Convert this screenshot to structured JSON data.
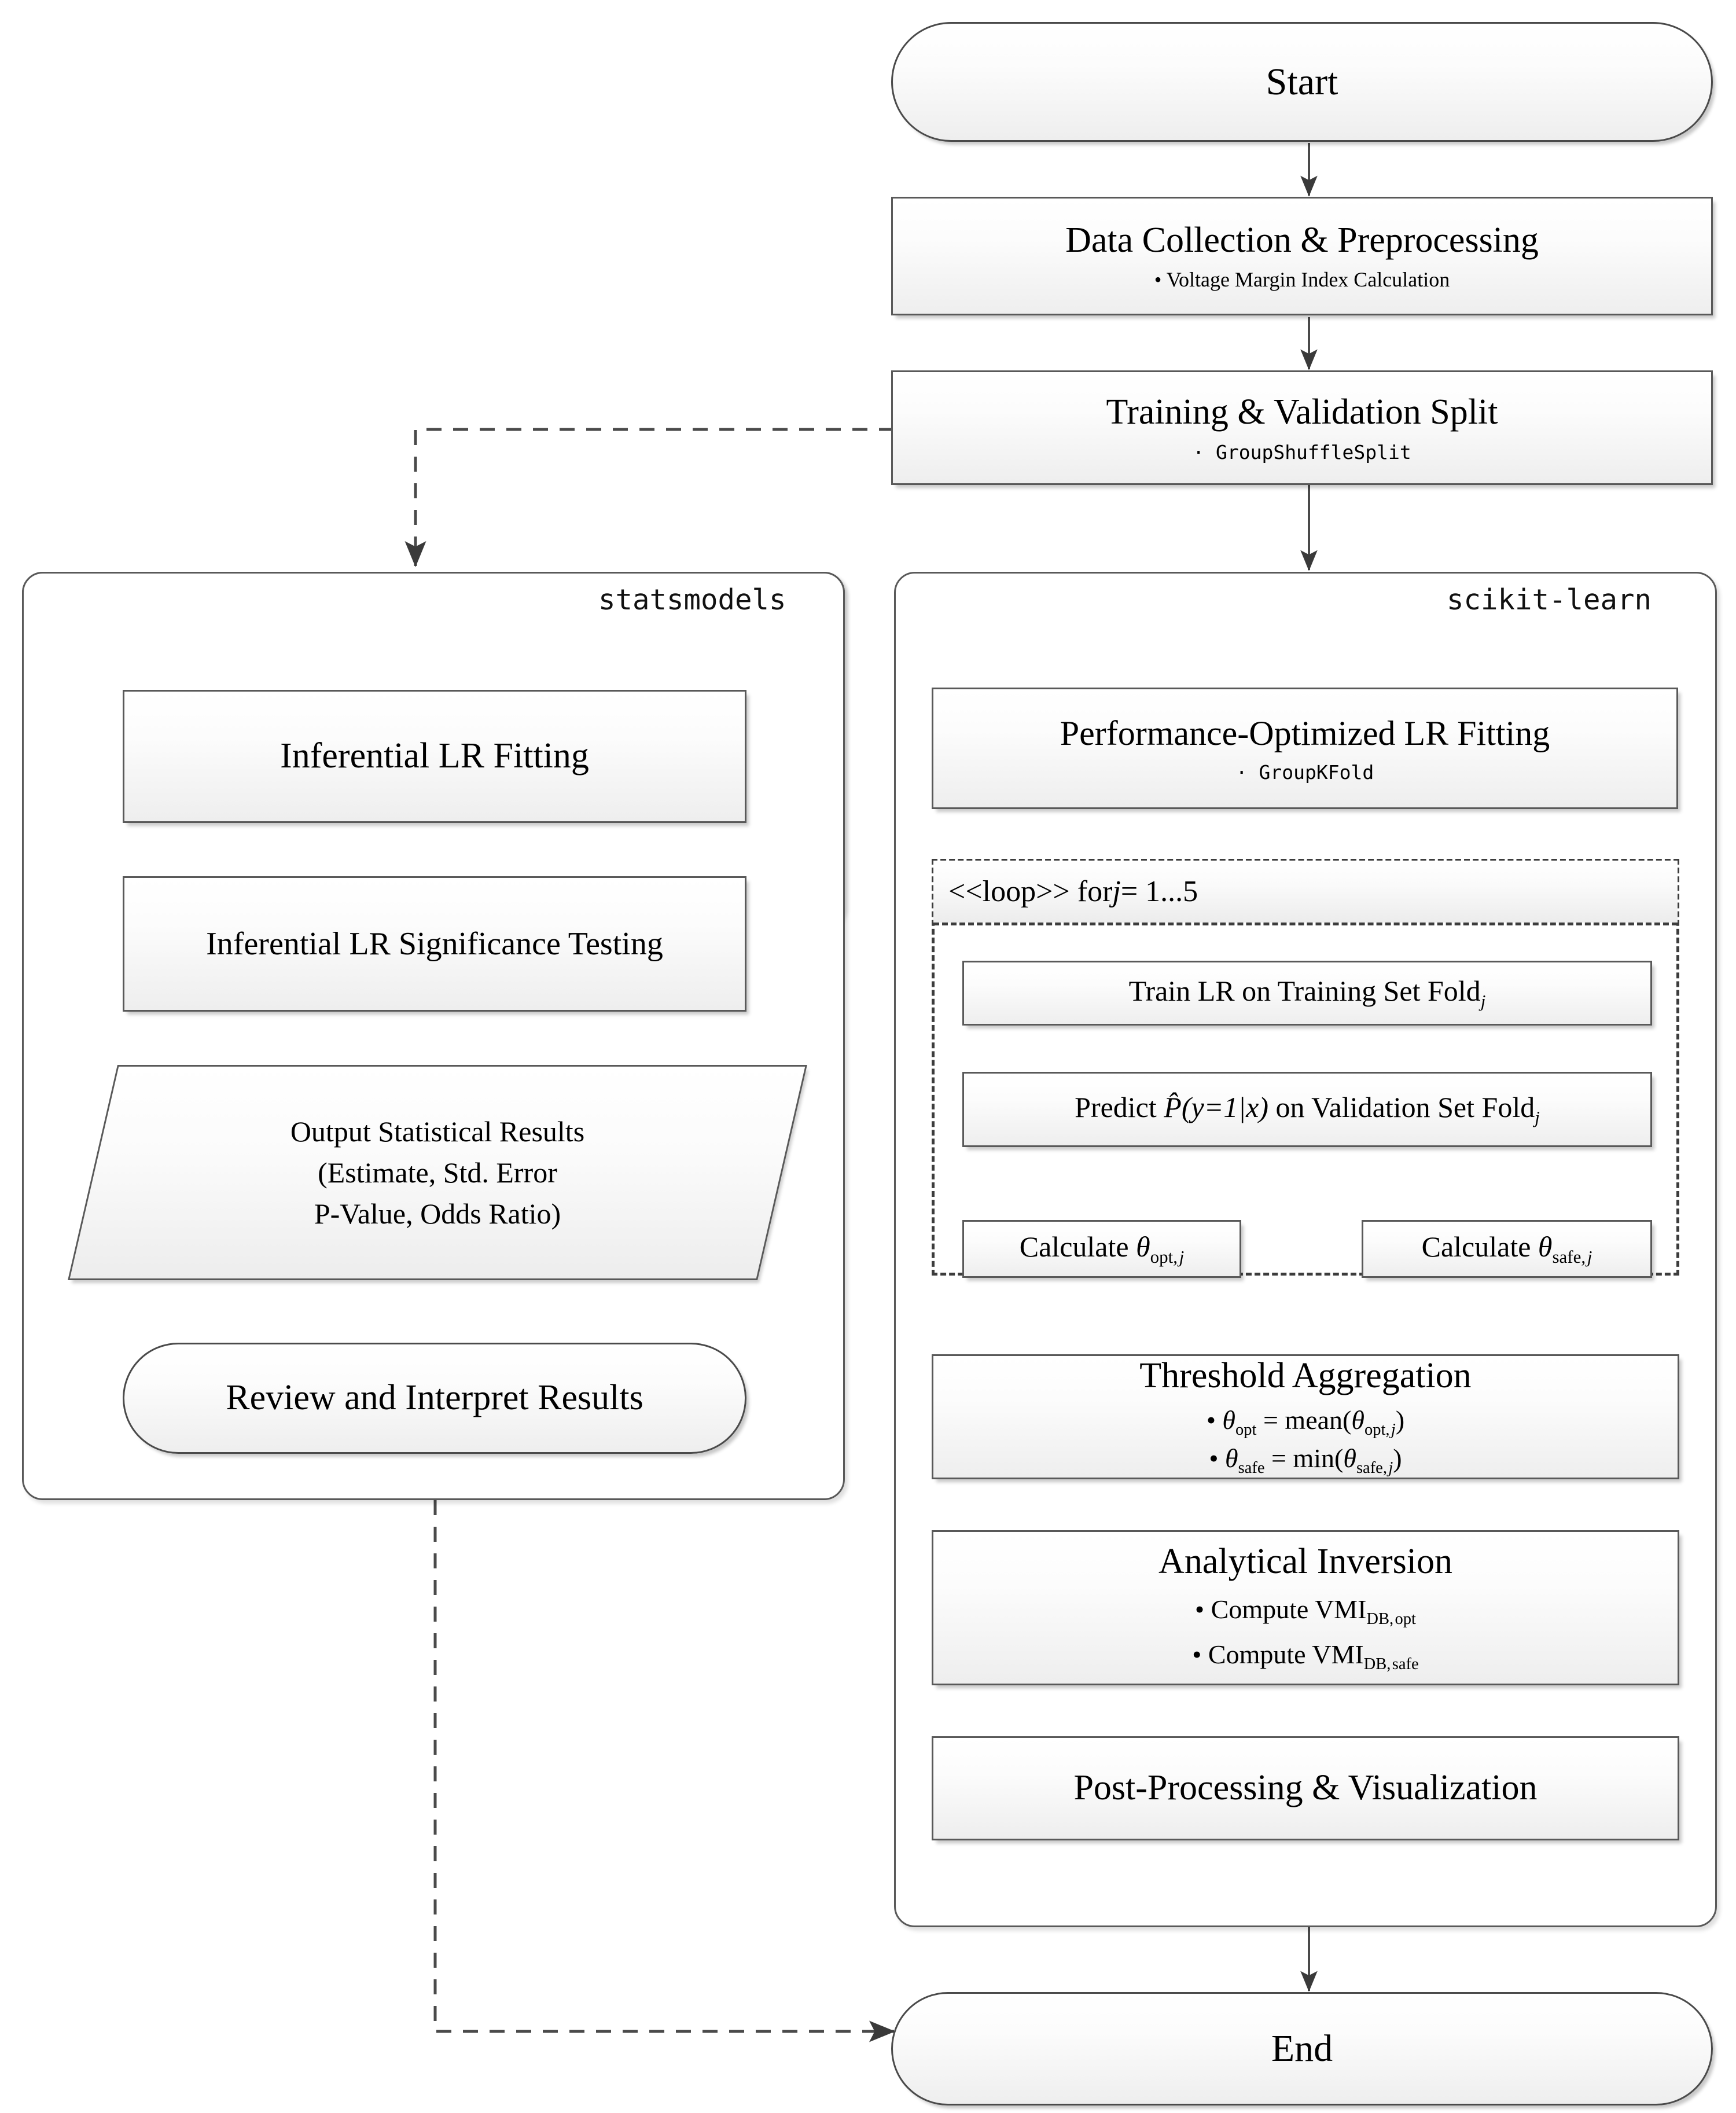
{
  "diagram": {
    "title_nodes": {
      "start": "Start",
      "end": "End"
    },
    "nodes": {
      "data_collection": {
        "title": "Data Collection & Preprocessing",
        "sub": "• Voltage Margin Index Calculation"
      },
      "split": {
        "title": "Training & Validation Split",
        "sub": "· GroupShuffleSplit"
      },
      "perf_lr": {
        "title": "Performance-Optimized LR Fitting",
        "sub": "· GroupKFold"
      },
      "loop_header": {
        "prefix": "<<loop>> for ",
        "var": "j",
        "suffix": " = 1...5"
      },
      "train_fold": {
        "pre": "Train LR on Training Set Fold",
        "sub_var": "j"
      },
      "predict_fold": {
        "pre": "Predict ",
        "phat": "P",
        "expr": "(y=1|x)",
        "mid": " on Validation Set Fold",
        "sub_var": "j"
      },
      "calc_opt": {
        "pre": "Calculate ",
        "sym": "θ",
        "sub": "opt, j"
      },
      "calc_safe": {
        "pre": "Calculate ",
        "sym": "θ",
        "sub": "safe, j"
      },
      "threshold_agg": {
        "title": "Threshold Aggregation",
        "line1": "• θopt = mean(θopt, j)",
        "line2": "• θsafe = min(θsafe, j)"
      },
      "analytical_inversion": {
        "title": "Analytical Inversion",
        "line1": "• Compute VMIDB, opt",
        "line2": "• Compute VMIDB, safe"
      },
      "post_processing": {
        "title": "Post-Processing & Visualization"
      },
      "inferential_fit": {
        "title": "Inferential LR Fitting"
      },
      "significance": {
        "title": "Inferential LR Significance Testing"
      },
      "output_stats": {
        "line1": "Output Statistical Results",
        "line2": "(Estimate, Std. Error",
        "line3": "P-Value, Odds Ratio)"
      },
      "review": {
        "title": "Review and Interpret Results"
      }
    },
    "groups": {
      "statsmodels": "statsmodels",
      "scikit_learn": "scikit-learn"
    },
    "colors": {
      "node_border": "#595959",
      "node_fill_top": "#ffffff",
      "node_fill_bottom": "#eeeeee",
      "edge": "#4a4a4a",
      "dashed_edge": "#4a4a4a",
      "text": "#000000",
      "page_background": "#ffffff"
    }
  }
}
